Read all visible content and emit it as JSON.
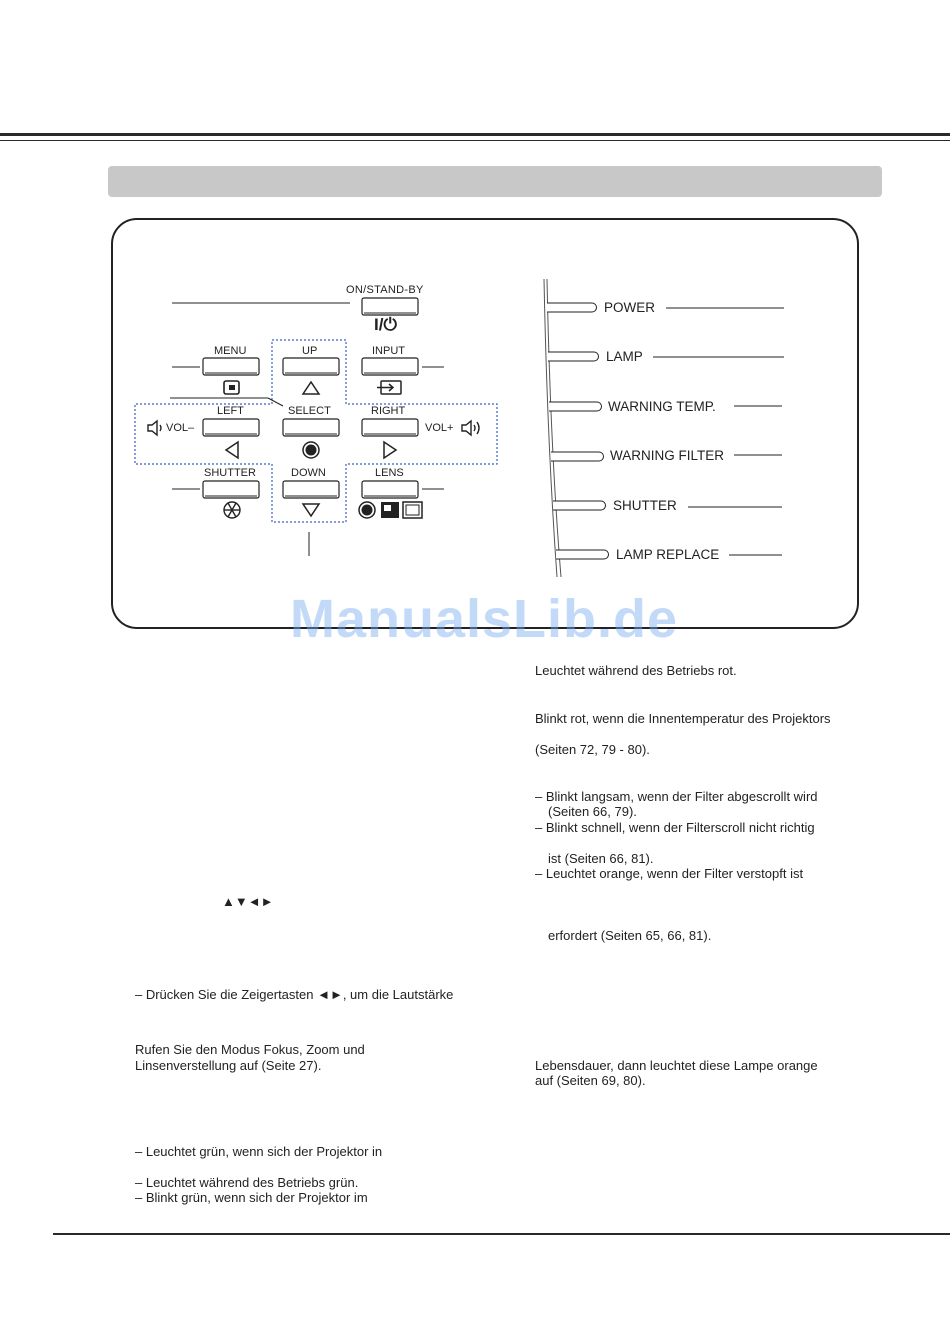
{
  "control_panel": {
    "labels": {
      "on_standby": "ON/STAND-BY",
      "menu": "MENU",
      "up": "UP",
      "input": "INPUT",
      "select": "SELECT",
      "left": "LEFT",
      "right": "RIGHT",
      "vol_minus": "VOL–",
      "vol_plus": "VOL+",
      "shutter": "SHUTTER",
      "down": "DOWN",
      "lens": "LENS"
    },
    "power_symbol": "I/⏻"
  },
  "indicators": [
    "POWER",
    "LAMP",
    "WARNING TEMP.",
    "WARNING FILTER",
    "SHUTTER",
    "LAMP REPLACE"
  ],
  "watermark": "ManualsLib.de",
  "left_column": [
    "▲▼◄►",
    "– Drücken Sie die Zeigertasten ◄►, um die Lautstärke",
    "Rufen Sie den Modus Fokus, Zoom und",
    "Linsenverstellung auf (Seite 27).",
    "– Leuchtet grün, wenn sich der Projektor in",
    "– Leuchtet während des Betriebs grün.",
    "– Blinkt grün, wenn sich der Projektor im"
  ],
  "right_column": [
    "Leuchtet während des Betriebs rot.",
    "Blinkt rot, wenn die Innentemperatur des Projektors",
    "(Seiten 72, 79 - 80).",
    "– Blinkt langsam, wenn der Filter abgescrollt wird",
    "(Seiten 66, 79).",
    "– Blinkt schnell, wenn der Filterscroll nicht richtig",
    "ist (Seiten 66, 81).",
    "– Leuchtet orange, wenn der Filter verstopft ist",
    "erfordert (Seiten 65, 66, 81).",
    "Lebensdauer, dann leuchtet diese Lampe orange",
    "auf (Seiten 69, 80)."
  ]
}
